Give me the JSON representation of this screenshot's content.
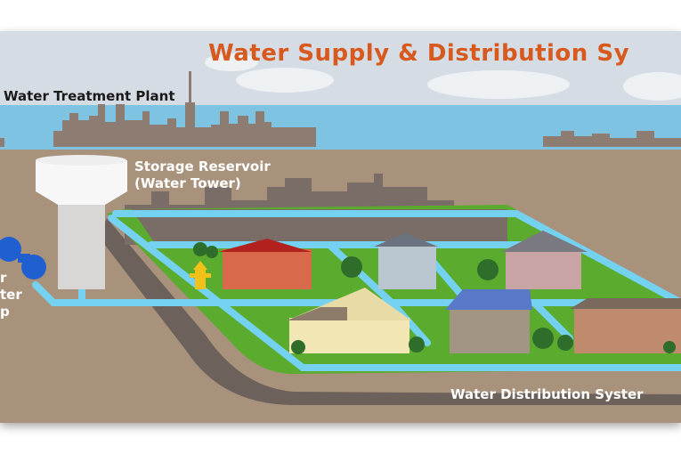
{
  "title": "Water Supply & Distribution Sy",
  "labels": {
    "treatment_plant": "Water Treatment Plant",
    "storage_reservoir_line1": "Storage Reservoir",
    "storage_reservoir_line2": "(Water Tower)",
    "distribution_system": "Water Distribution Syster",
    "pump_line1": "r",
    "pump_line2": "ter",
    "pump_line3": "p"
  },
  "colors": {
    "title": "#d8591e",
    "sky": "#d5dce4",
    "lake": "#7ec4e2",
    "ground": "#a8927c",
    "skyline": "#8d7c72",
    "grass": "#5bab2f",
    "pipe": "#74d2f0",
    "pump": "#1f5fd0",
    "hydrant": "#f2c21b"
  }
}
